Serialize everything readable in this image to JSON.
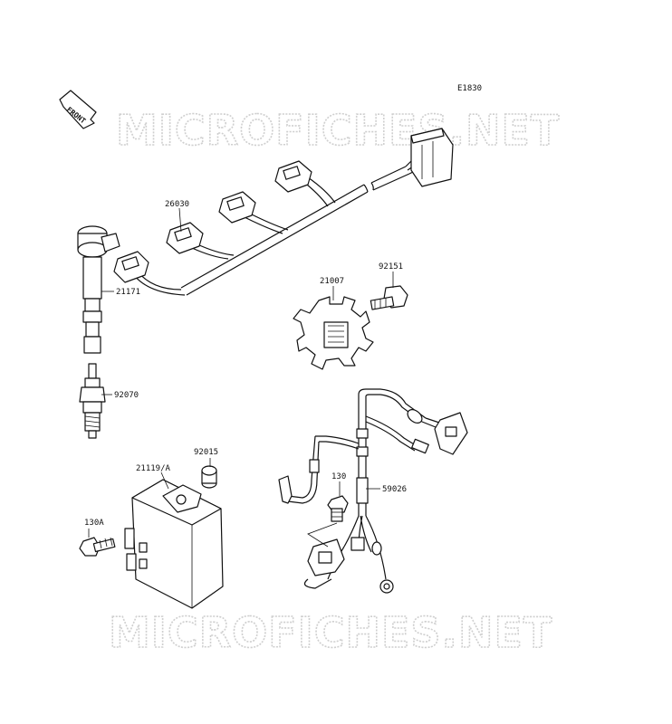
{
  "diagram": {
    "code": "E1830",
    "front_label": "FRONT",
    "watermark": "MICROFICHES.NET",
    "parts": {
      "harness": "26030",
      "coil": "21171",
      "plug": "92070",
      "rotor": "21007",
      "rotor_bolt": "92151",
      "ecu": "21119/A",
      "collar": "92015",
      "ecu_bolt": "130A",
      "sensor_bolt": "130",
      "sensor_harness": "59026"
    }
  }
}
